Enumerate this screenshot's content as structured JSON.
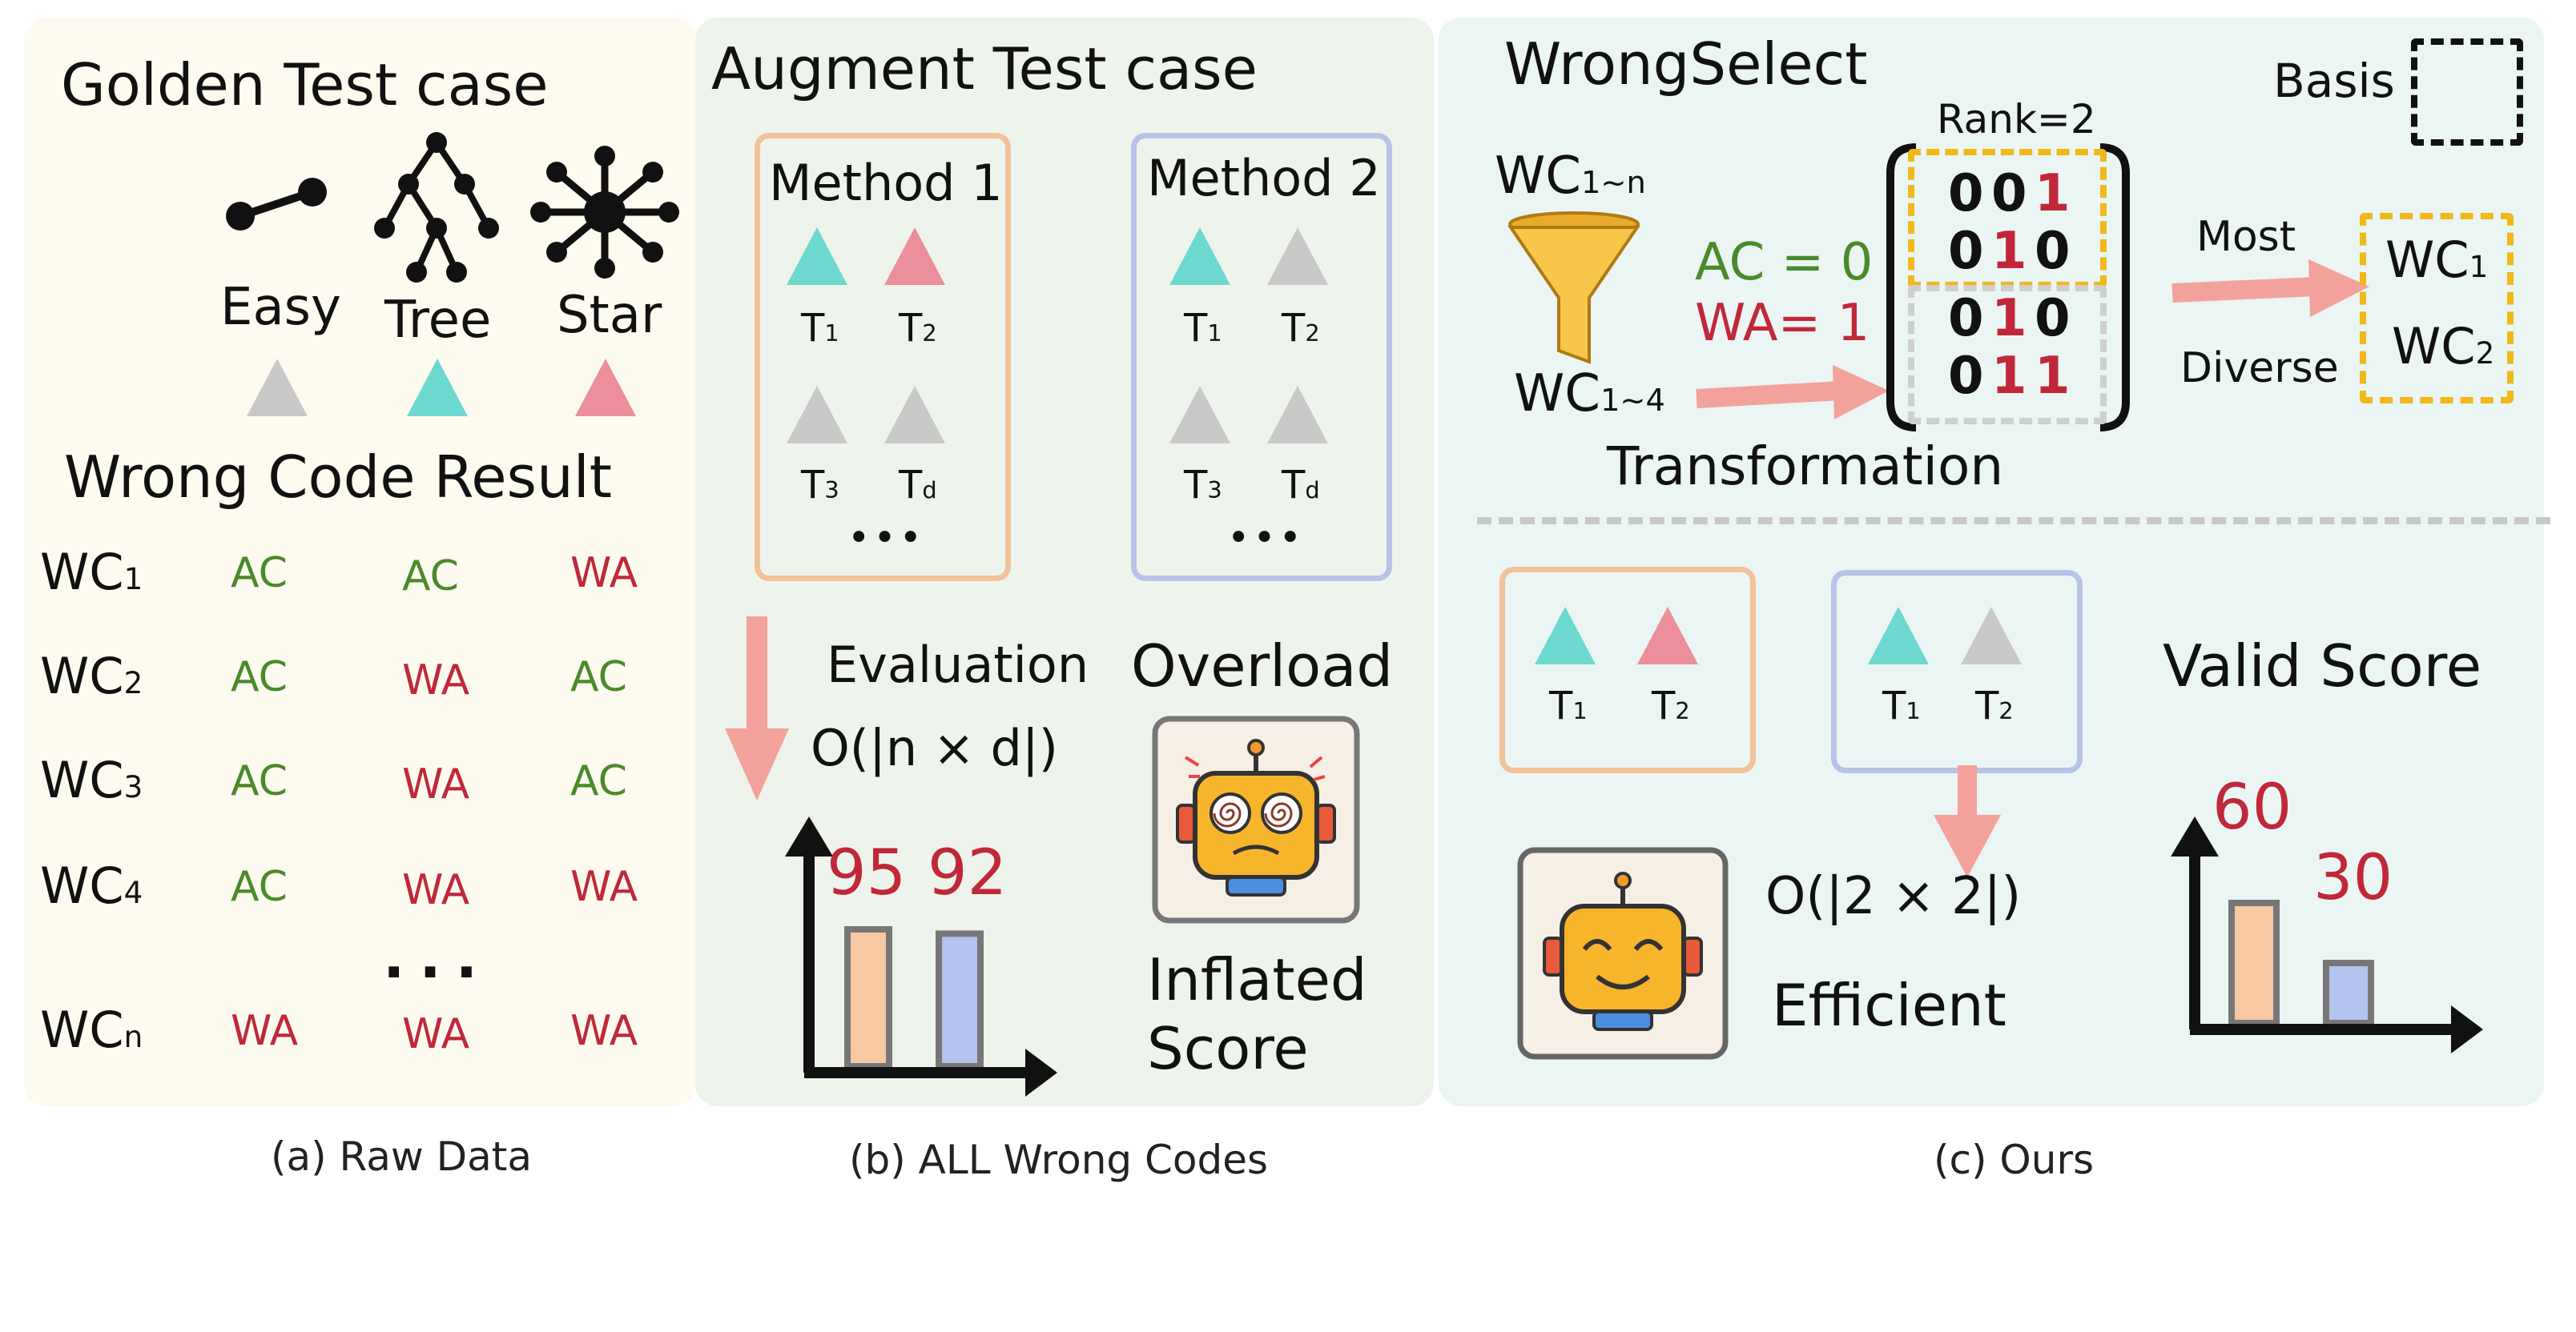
{
  "panel_a": {
    "title": "Golden Test case",
    "structures": [
      {
        "label": "Easy",
        "icon": "easy-edge-icon",
        "color": "#c9c9c9"
      },
      {
        "label": "Tree",
        "icon": "tree-graph-icon",
        "color": "#6dd8cf"
      },
      {
        "label": "Star",
        "icon": "star-graph-icon",
        "color": "#ec8f9b"
      }
    ],
    "result_title": "Wrong Code Result",
    "rows": [
      {
        "wc": "WC",
        "sub": "1",
        "cells": [
          "AC",
          "AC",
          "WA"
        ]
      },
      {
        "wc": "WC",
        "sub": "2",
        "cells": [
          "AC",
          "WA",
          "AC"
        ]
      },
      {
        "wc": "WC",
        "sub": "3",
        "cells": [
          "AC",
          "WA",
          "AC"
        ]
      },
      {
        "wc": "WC",
        "sub": "4",
        "cells": [
          "AC",
          "WA",
          "WA"
        ]
      },
      {
        "wc": "WC",
        "sub": "n",
        "cells": [
          "WA",
          "WA",
          "WA"
        ]
      }
    ],
    "ellipsis": "...",
    "caption": "(a) Raw Data"
  },
  "panel_b": {
    "title": "Augment Test case",
    "method1": {
      "label": "Method 1",
      "tests": [
        {
          "t": "T",
          "sub": "1",
          "color": "#6dd8cf"
        },
        {
          "t": "T",
          "sub": "2",
          "color": "#ec8f9b"
        },
        {
          "t": "T",
          "sub": "3",
          "color": "#c9c9c9"
        },
        {
          "t": "T",
          "sub": "d",
          "color": "#c9c9c9"
        }
      ]
    },
    "method2": {
      "label": "Method 2",
      "tests": [
        {
          "t": "T",
          "sub": "1",
          "color": "#6dd8cf"
        },
        {
          "t": "T",
          "sub": "2",
          "color": "#c9c9c9"
        },
        {
          "t": "T",
          "sub": "3",
          "color": "#c9c9c9"
        },
        {
          "t": "T",
          "sub": "d",
          "color": "#c9c9c9"
        }
      ]
    },
    "dots": "•••",
    "evaluation_label": "Evaluation",
    "complexity": "O(|n × d|)",
    "overload_label": "Overload",
    "inflated_label_1": "Inflated",
    "inflated_label_2": "Score",
    "scores": [
      95,
      92
    ],
    "score_colors": [
      "#f7c9a3",
      "#b3c3ee"
    ],
    "caption": "(b) ALL Wrong Codes"
  },
  "panel_c": {
    "title": "WrongSelect",
    "basis_label": "Basis",
    "wc_all": "WC",
    "wc_all_sub": "1~n",
    "wc_some": "WC",
    "wc_some_sub": "1~4",
    "ac_eq": "AC = 0",
    "wa_eq": "WA= 1",
    "rank_label": "Rank=2",
    "matrix": [
      [
        "0",
        "0",
        "1"
      ],
      [
        "0",
        "1",
        "0"
      ],
      [
        "0",
        "1",
        "0"
      ],
      [
        "0",
        "1",
        "1"
      ]
    ],
    "transformation_label": "Transformation",
    "most_label": "Most",
    "diverse_label": "Diverse",
    "selected": [
      {
        "wc": "WC",
        "sub": "1"
      },
      {
        "wc": "WC",
        "sub": "2"
      }
    ],
    "tests_left": [
      {
        "t": "T",
        "sub": "1",
        "color": "#6dd8cf"
      },
      {
        "t": "T",
        "sub": "2",
        "color": "#ec8f9b"
      }
    ],
    "tests_right": [
      {
        "t": "T",
        "sub": "1",
        "color": "#6dd8cf"
      },
      {
        "t": "T",
        "sub": "2",
        "color": "#c9c9c9"
      }
    ],
    "complexity": "O(|2 × 2|)",
    "efficient_label": "Efficient",
    "valid_label": "Valid Score",
    "scores": [
      60,
      30
    ],
    "score_colors": [
      "#f7c9a3",
      "#b3c3ee"
    ],
    "caption": "(c) Ours"
  },
  "colors": {
    "green": "#4a8a2a",
    "red": "#c0283a",
    "orange_box": "#f2c29a",
    "blue_box": "#b7c4e8",
    "yellow_dash": "#f0b818",
    "arrow_pink": "#f2a29a"
  }
}
